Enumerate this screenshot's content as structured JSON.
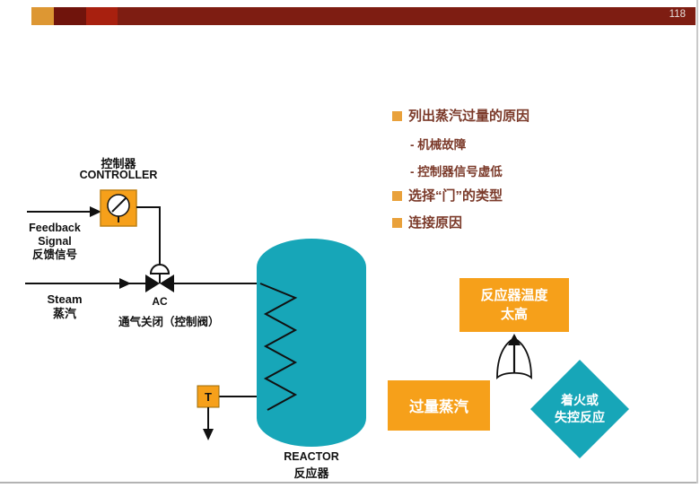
{
  "page": {
    "number": "118"
  },
  "colors": {
    "teal": "#17A6B8",
    "orange": "#F6A01A",
    "top_bar_maroon": "#7E1D12",
    "accent_block_orange": "#DD9733",
    "accent_block_dark": "#70140C",
    "accent_block_red": "#A8200F",
    "bullet_square": "#E9A13B",
    "bullet_text": "#7B3A2A"
  },
  "bullets": {
    "items": [
      {
        "label": "列出蒸汽过量的原因"
      },
      {
        "label": "- 机械故障"
      },
      {
        "label": "- 控制器信号虚低"
      },
      {
        "label": "选择“门”的类型"
      },
      {
        "label": "连接原因"
      }
    ]
  },
  "diagram": {
    "controller_cn": "控制器",
    "controller_en": "CONTROLLER",
    "feedback_line1": "Feedback",
    "feedback_line2": "Signal",
    "feedback_cn": "反馈信号",
    "steam_en": "Steam",
    "steam_cn": "蒸汽",
    "valve_tag": "AC",
    "valve_desc": "通气关闭（控制阀）",
    "temp_sensor": "T",
    "reactor_en": "REACTOR",
    "reactor_cn": "反应器"
  },
  "fault_tree": {
    "effect_line1": "反应器温度",
    "effect_line2": "太高",
    "cause_steam": "过量蒸汽",
    "cause_fire_line1": "着火或",
    "cause_fire_line2": "失控反应"
  }
}
